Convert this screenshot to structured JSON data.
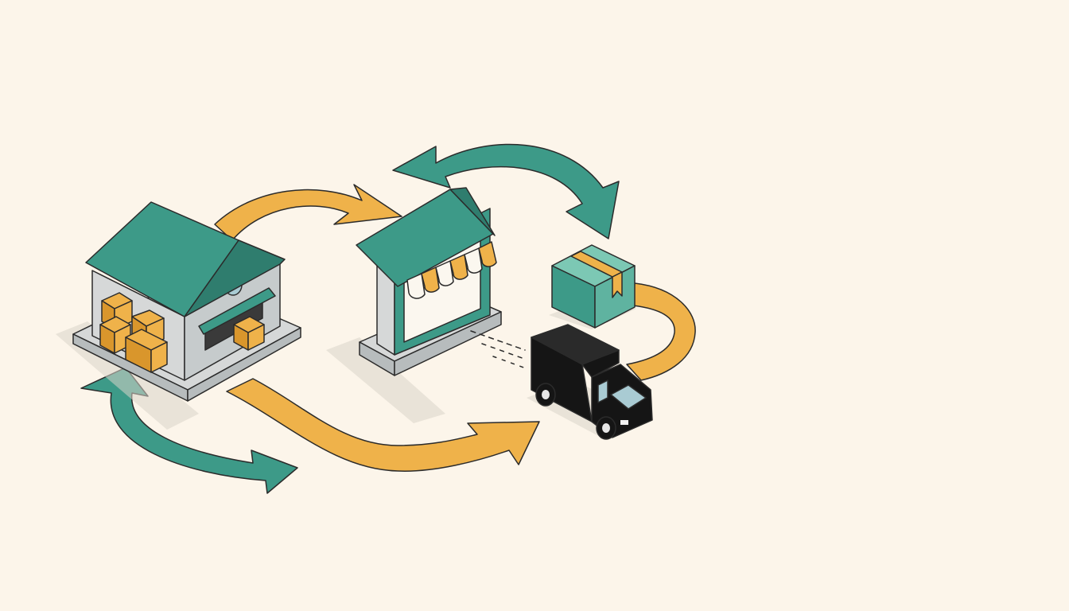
{
  "palette": {
    "background": "#fcf5ea",
    "teal": "#3d9a88",
    "teal_light": "#7cc8b4",
    "teal_dark": "#2f7d6e",
    "amber": "#efb24a",
    "amber_dark": "#d9962c",
    "grey_light": "#d6d8d8",
    "grey_mid": "#b7bcbd",
    "truck_black": "#151515",
    "window_blue": "#a9cbd3"
  },
  "nodes": [
    {
      "id": "warehouse",
      "icon": "warehouse-icon"
    },
    {
      "id": "storefront",
      "icon": "storefront-icon"
    },
    {
      "id": "parcel",
      "icon": "parcel-box-icon"
    },
    {
      "id": "truck",
      "icon": "delivery-truck-icon"
    }
  ],
  "flows": [
    {
      "id": "warehouse-to-store",
      "color": "amber",
      "icon": "curved-arrow-icon"
    },
    {
      "id": "store-return",
      "color": "teal",
      "icon": "curved-arrow-icon"
    },
    {
      "id": "warehouse-to-truck",
      "color": "amber",
      "icon": "curved-arrow-icon"
    },
    {
      "id": "warehouse-cycle",
      "color": "teal",
      "icon": "curved-arrow-icon"
    },
    {
      "id": "parcel-to-truck",
      "color": "amber",
      "icon": "curved-band-icon"
    }
  ]
}
